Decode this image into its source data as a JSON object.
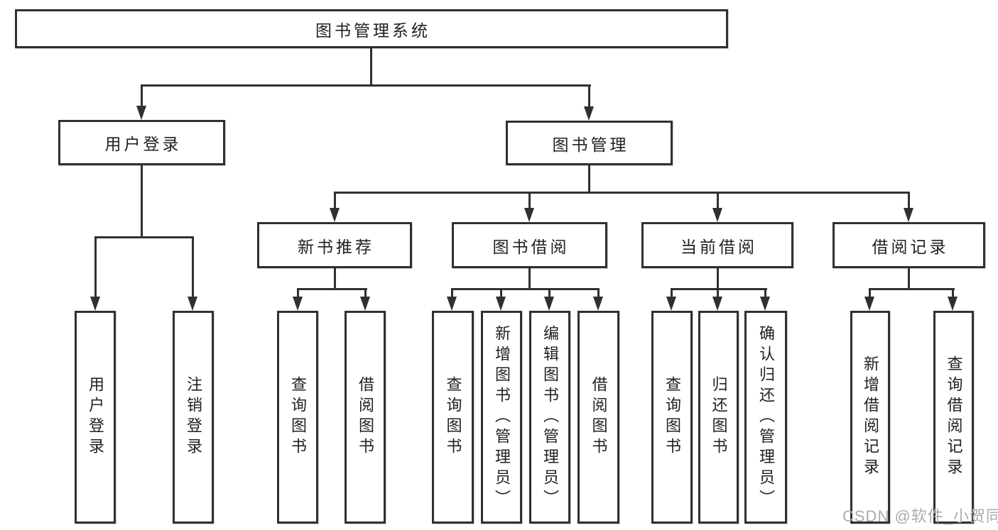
{
  "tree": {
    "root": "图书管理系统",
    "children": [
      {
        "label": "用户登录",
        "children": [
          {
            "label": "用户登录"
          },
          {
            "label": "注销登录"
          }
        ]
      },
      {
        "label": "图书管理",
        "children": [
          {
            "label": "新书推荐",
            "children": [
              {
                "label": "查询图书"
              },
              {
                "label": "借阅图书"
              }
            ]
          },
          {
            "label": "图书借阅",
            "children": [
              {
                "label": "查询图书"
              },
              {
                "label": "新增图书（管理员）"
              },
              {
                "label": "编辑图书（管理员）"
              },
              {
                "label": "借阅图书"
              }
            ]
          },
          {
            "label": "当前借阅",
            "children": [
              {
                "label": "查询图书"
              },
              {
                "label": "归还图书"
              },
              {
                "label": "确认归还（管理员）"
              }
            ]
          },
          {
            "label": "借阅记录",
            "children": [
              {
                "label": "新增借阅记录"
              },
              {
                "label": "查询借阅记录"
              }
            ]
          }
        ]
      }
    ]
  },
  "watermark": "CSDN @软件_小贺同学",
  "colors": {
    "line": "#303030",
    "text": "#212121",
    "watermark": "#ababab",
    "background": "#ffffff"
  }
}
